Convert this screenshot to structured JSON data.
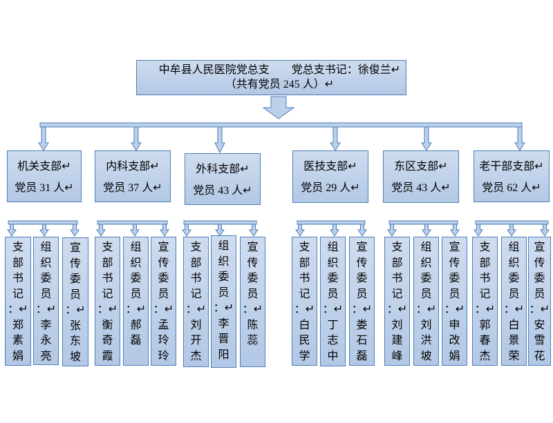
{
  "root": {
    "title": "中牟县人民医院党总支　　党总支书记：徐俊兰↵",
    "members": "（共有党员 245 人）↵"
  },
  "branches": [
    {
      "name": "机关支部↵",
      "members": "党员 31 人↵",
      "officers": [
        {
          "role": "支部书记：↵",
          "person": "郑素娟"
        },
        {
          "role": "组织委员：↵",
          "person": "李永亮"
        },
        {
          "role": "宣传委员：↵",
          "person": "张东坡"
        }
      ]
    },
    {
      "name": "内科支部↵",
      "members": "党员 37 人↵",
      "officers": [
        {
          "role": "支部书记：↵",
          "person": "衡奇霞"
        },
        {
          "role": "组织委员：↵",
          "person": "郝 磊"
        },
        {
          "role": "宣传委员：↵",
          "person": "孟玲玲"
        }
      ]
    },
    {
      "name": "外科支部↵",
      "members": "党员 43 人↵",
      "officers": [
        {
          "role": "支部书记：↵",
          "person": "刘开杰"
        },
        {
          "role": "组织委员：↵",
          "person": "李晋阳"
        },
        {
          "role": "宣传委员：↵",
          "person": "陈 蕊"
        }
      ]
    },
    {
      "name": "医技支部↵",
      "members": "党员 29 人↵",
      "officers": [
        {
          "role": "支部书记：↵",
          "person": "白民学"
        },
        {
          "role": "组织委员：↵",
          "person": "丁志中"
        },
        {
          "role": "宣传委员：↵",
          "person": "娄石磊"
        }
      ]
    },
    {
      "name": "东区支部↵",
      "members": "党员 43 人↵",
      "officers": [
        {
          "role": "支部书记：↵",
          "person": "刘建峰"
        },
        {
          "role": "组织委员：↵",
          "person": "刘洪坡"
        },
        {
          "role": "宣传委员：↵",
          "person": "申改娟"
        }
      ]
    },
    {
      "name": "老干部支部↵",
      "members": "党员 62 人↵",
      "officers": [
        {
          "role": "支部书记：↵",
          "person": "郭春杰"
        },
        {
          "role": "组织委员：↵",
          "person": "白景荣"
        },
        {
          "role": "宣传委员：↵",
          "person": "安雪花"
        }
      ]
    }
  ],
  "colors": {
    "box_fill_top": "#cfdcef",
    "box_fill_bottom": "#b3c8e5",
    "connector_fill": "#bcd0ea",
    "border": "#4a7ebb",
    "text": "#000000"
  }
}
